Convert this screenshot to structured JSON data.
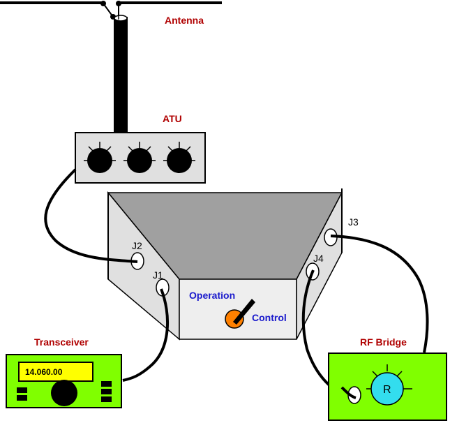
{
  "diagram": {
    "title": "Antenna / ATU / Transceiver / RF Bridge switching setup",
    "labels": {
      "antenna": "Antenna",
      "atu": "ATU",
      "transceiver": "Transceiver",
      "rf_bridge": "RF Bridge",
      "operation": "Operation",
      "control": "Control",
      "bridge_knob": "R"
    },
    "jacks": [
      "J1",
      "J2",
      "J3",
      "J4"
    ],
    "transceiver": {
      "frequency_display": "14.060.00"
    },
    "colors": {
      "label_red": "#b00000",
      "label_blue": "#1a1acc",
      "device_green": "#80ff00",
      "display_yellow": "#ffff00",
      "knob_cyan": "#33ddee",
      "switch_orange": "#ff8000",
      "panel_light": "#e0e0e0",
      "panel_top": "#a0a0a0"
    },
    "connections": [
      {
        "from": "Antenna",
        "to": "ATU"
      },
      {
        "from": "ATU",
        "to": "J2"
      },
      {
        "from": "J1",
        "to": "Transceiver"
      },
      {
        "from": "J3",
        "to": "RF Bridge"
      },
      {
        "from": "J4",
        "to": "RF Bridge"
      }
    ]
  }
}
